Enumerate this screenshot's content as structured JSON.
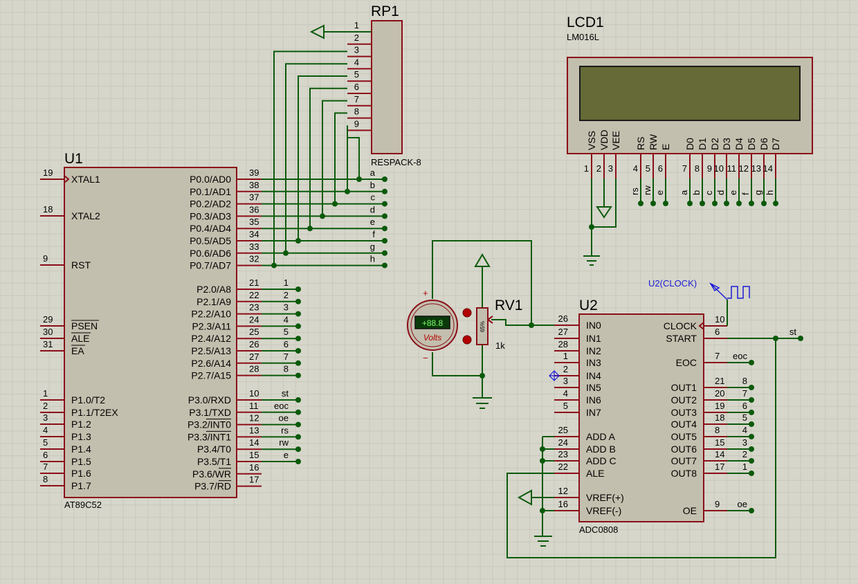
{
  "u1": {
    "ref": "U1",
    "part": "AT89C52",
    "left_pins": [
      {
        "num": "19",
        "label": "XTAL1"
      },
      {
        "num": "18",
        "label": "XTAL2"
      },
      {
        "num": "9",
        "label": "RST"
      },
      {
        "num": "29",
        "label": "PSEN"
      },
      {
        "num": "30",
        "label": "ALE"
      },
      {
        "num": "31",
        "label": "EA"
      },
      {
        "num": "1",
        "label": "P1.0/T2"
      },
      {
        "num": "2",
        "label": "P1.1/T2EX"
      },
      {
        "num": "3",
        "label": "P1.2"
      },
      {
        "num": "4",
        "label": "P1.3"
      },
      {
        "num": "5",
        "label": "P1.4"
      },
      {
        "num": "6",
        "label": "P1.5"
      },
      {
        "num": "7",
        "label": "P1.6"
      },
      {
        "num": "8",
        "label": "P1.7"
      }
    ],
    "p0_pins": [
      {
        "num": "39",
        "label": "P0.0/AD0",
        "net": "a"
      },
      {
        "num": "38",
        "label": "P0.1/AD1",
        "net": "b"
      },
      {
        "num": "37",
        "label": "P0.2/AD2",
        "net": "c"
      },
      {
        "num": "36",
        "label": "P0.3/AD3",
        "net": "d"
      },
      {
        "num": "35",
        "label": "P0.4/AD4",
        "net": "e"
      },
      {
        "num": "34",
        "label": "P0.5/AD5",
        "net": "f"
      },
      {
        "num": "33",
        "label": "P0.6/AD6",
        "net": "g"
      },
      {
        "num": "32",
        "label": "P0.7/AD7",
        "net": "h"
      }
    ],
    "p2_pins": [
      {
        "num": "21",
        "label": "P2.0/A8",
        "net": "1"
      },
      {
        "num": "22",
        "label": "P2.1/A9",
        "net": "2"
      },
      {
        "num": "23",
        "label": "P2.2/A10",
        "net": "3"
      },
      {
        "num": "24",
        "label": "P2.3/A11",
        "net": "4"
      },
      {
        "num": "25",
        "label": "P2.4/A12",
        "net": "5"
      },
      {
        "num": "26",
        "label": "P2.5/A13",
        "net": "6"
      },
      {
        "num": "27",
        "label": "P2.6/A14",
        "net": "7"
      },
      {
        "num": "28",
        "label": "P2.7/A15",
        "net": "8"
      }
    ],
    "p3_pins": [
      {
        "num": "10",
        "label": "P3.0/RXD",
        "net": "st"
      },
      {
        "num": "11",
        "label": "P3.1/TXD",
        "net": "eoc"
      },
      {
        "num": "12",
        "label": "P3.2/INT0",
        "net": "oe"
      },
      {
        "num": "13",
        "label": "P3.3/INT1",
        "net": "rs"
      },
      {
        "num": "14",
        "label": "P3.4/T0",
        "net": "rw"
      },
      {
        "num": "15",
        "label": "P3.5/T1",
        "net": "e"
      },
      {
        "num": "16",
        "label": "P3.6/WR",
        "net": ""
      },
      {
        "num": "17",
        "label": "P3.7/RD",
        "net": ""
      }
    ]
  },
  "rp1": {
    "ref": "RP1",
    "part": "RESPACK-8",
    "pins": [
      "1",
      "2",
      "3",
      "4",
      "5",
      "6",
      "7",
      "8",
      "9"
    ]
  },
  "lcd1": {
    "ref": "LCD1",
    "part": "LM016L",
    "pins": [
      {
        "num": "1",
        "label": "VSS",
        "net": ""
      },
      {
        "num": "2",
        "label": "VDD",
        "net": ""
      },
      {
        "num": "3",
        "label": "VEE",
        "net": ""
      },
      {
        "num": "4",
        "label": "RS",
        "net": "rs"
      },
      {
        "num": "5",
        "label": "RW",
        "net": "rw"
      },
      {
        "num": "6",
        "label": "E",
        "net": "e"
      },
      {
        "num": "7",
        "label": "D0",
        "net": "a"
      },
      {
        "num": "8",
        "label": "D1",
        "net": "b"
      },
      {
        "num": "9",
        "label": "D2",
        "net": "c"
      },
      {
        "num": "10",
        "label": "D3",
        "net": "d"
      },
      {
        "num": "11",
        "label": "D4",
        "net": "e"
      },
      {
        "num": "12",
        "label": "D5",
        "net": "f"
      },
      {
        "num": "13",
        "label": "D6",
        "net": "g"
      },
      {
        "num": "14",
        "label": "D7",
        "net": "h"
      }
    ]
  },
  "rv1": {
    "ref": "RV1",
    "value": "1k",
    "percent": "65%"
  },
  "voltmeter": {
    "display": "+88.8",
    "unit": "Volts",
    "plus": "+",
    "minus": "−"
  },
  "u2": {
    "ref": "U2",
    "part": "ADC0808",
    "clock_label": "U2(CLOCK)",
    "left_pins": [
      {
        "num": "26",
        "label": "IN0"
      },
      {
        "num": "27",
        "label": "IN1"
      },
      {
        "num": "28",
        "label": "IN2"
      },
      {
        "num": "1",
        "label": "IN3"
      },
      {
        "num": "2",
        "label": "IN4"
      },
      {
        "num": "3",
        "label": "IN5"
      },
      {
        "num": "4",
        "label": "IN6"
      },
      {
        "num": "5",
        "label": "IN7"
      },
      {
        "num": "25",
        "label": "ADD A"
      },
      {
        "num": "24",
        "label": "ADD B"
      },
      {
        "num": "23",
        "label": "ADD C"
      },
      {
        "num": "22",
        "label": "ALE"
      },
      {
        "num": "12",
        "label": "VREF(+)"
      },
      {
        "num": "16",
        "label": "VREF(-)"
      }
    ],
    "right_pins": [
      {
        "num": "10",
        "label": "CLOCK",
        "net": ""
      },
      {
        "num": "6",
        "label": "START",
        "net": "st"
      },
      {
        "num": "7",
        "label": "EOC",
        "net": "eoc"
      },
      {
        "num": "21",
        "label": "OUT1",
        "net": "8"
      },
      {
        "num": "20",
        "label": "OUT2",
        "net": "7"
      },
      {
        "num": "19",
        "label": "OUT3",
        "net": "6"
      },
      {
        "num": "18",
        "label": "OUT4",
        "net": "5"
      },
      {
        "num": "8",
        "label": "OUT5",
        "net": "4"
      },
      {
        "num": "15",
        "label": "OUT6",
        "net": "3"
      },
      {
        "num": "14",
        "label": "OUT7",
        "net": "2"
      },
      {
        "num": "17",
        "label": "OUT8",
        "net": "1"
      },
      {
        "num": "9",
        "label": "OE",
        "net": "oe"
      }
    ]
  }
}
